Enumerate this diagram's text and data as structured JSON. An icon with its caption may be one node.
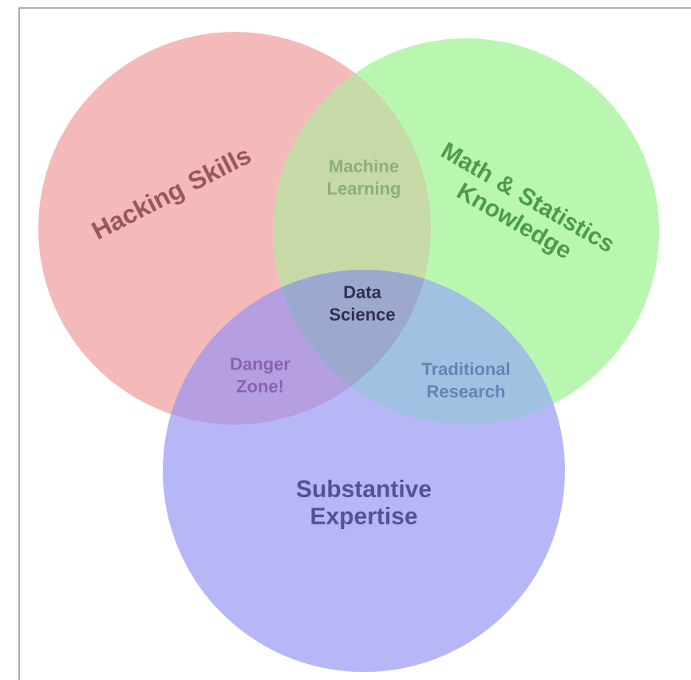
{
  "diagram": {
    "nodes": [
      {
        "text": [
          "Hacking Skills"
        ]
      },
      {
        "text": [
          "Math & Statistics Knowledge"
        ]
      },
      {
        "text": [
          "Substantive Expertise"
        ]
      }
    ],
    "labels": [
      "Machine Learning",
      "Data Science",
      "Danger Zone!",
      "Traditional Research"
    ]
  }
}
